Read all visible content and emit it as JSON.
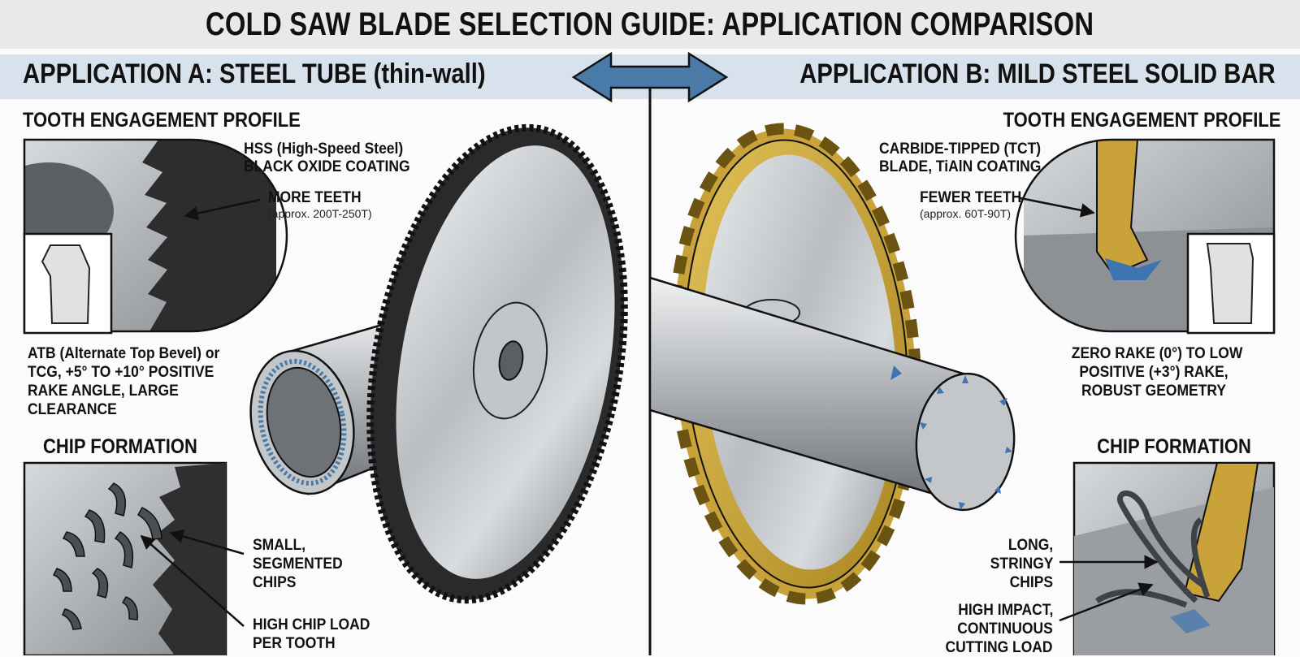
{
  "title": "COLD SAW BLADE SELECTION GUIDE: APPLICATION COMPARISON",
  "application_a": {
    "title": "APPLICATION A: STEEL TUBE (thin-wall)",
    "tooth_profile_heading": "TOOTH ENGAGEMENT PROFILE",
    "blade_material_line1": "HSS (High-Speed Steel)",
    "blade_material_line2": "BLACK OXIDE COATING",
    "teeth_label": "MORE TEETH",
    "teeth_count": "(approx. 200T-250T)",
    "geometry_line1": "ATB (Alternate Top Bevel) or",
    "geometry_line2": "TCG, +5° TO +10° POSITIVE",
    "geometry_line3": "RAKE ANGLE, LARGE",
    "geometry_line4": "CLEARANCE",
    "chip_heading": "CHIP FORMATION",
    "chip_label_line1": "SMALL,",
    "chip_label_line2": "SEGMENTED",
    "chip_label_line3": "CHIPS",
    "load_line1": "HIGH CHIP LOAD",
    "load_line2": "PER TOOTH"
  },
  "application_b": {
    "title": "APPLICATION B: MILD STEEL SOLID BAR",
    "tooth_profile_heading": "TOOTH ENGAGEMENT PROFILE",
    "blade_material_line1": "CARBIDE-TIPPED (TCT)",
    "blade_material_line2": "BLADE, TiAlN COATING",
    "teeth_label": "FEWER TEETH",
    "teeth_count": "(approx. 60T-90T)",
    "geometry_line1": "ZERO RAKE (0°) TO LOW",
    "geometry_line2": "POSITIVE (+3°) RAKE,",
    "geometry_line3": "ROBUST GEOMETRY",
    "chip_heading": "CHIP FORMATION",
    "chip_label_line1": "LONG,",
    "chip_label_line2": "STRINGY",
    "chip_label_line3": "CHIPS",
    "load_line1": "HIGH IMPACT,",
    "load_line2": "CONTINUOUS",
    "load_line3": "CUTTING LOAD"
  },
  "colors": {
    "band": "#d8e2ec",
    "arrow": "#4a7aa8",
    "hss_blade": "#2a2a2a",
    "tct_blade": "#c9a23a",
    "steel": "#b8bcc0"
  }
}
